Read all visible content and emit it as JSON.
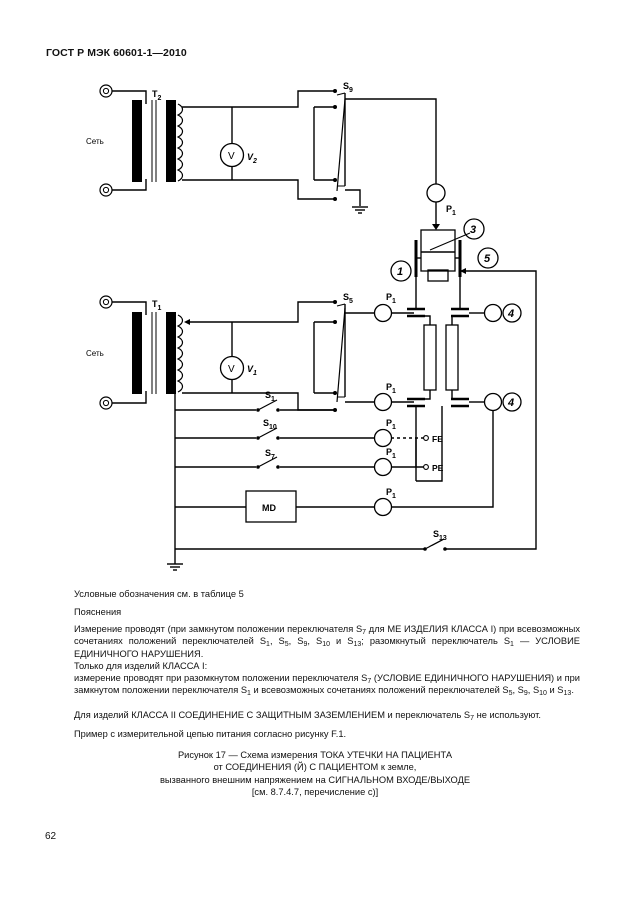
{
  "header": {
    "standard": "ГОСТ Р МЭК 60601-1—2010"
  },
  "diagram": {
    "mains_label": "Сеть",
    "T": "T",
    "V": "V",
    "S": "S",
    "P": "P",
    "md": "MD",
    "fe": "FE",
    "pe": "PE",
    "sub1": "1",
    "sub2": "2",
    "sub5": "5",
    "sub7": "7",
    "sub9": "9",
    "sub10": "10",
    "sub13": "13",
    "n1": "1",
    "n3": "3",
    "n4": "4",
    "n5": "5"
  },
  "text": {
    "legend": "Условные обозначения см. в таблице 5",
    "explain_title": "Пояснения",
    "p1": {
      "a": "Измерение проводят (при замкнутом положении переключателя S",
      "b": " для МЕ ИЗДЕЛИЯ КЛАССА I) при всевозможных сочетаниях положений переключателей S",
      "c": ", S",
      "d": ", S",
      "e": ", S",
      "f": " и S",
      "g": "; разомкнутый переключатель S",
      "h": " — УСЛОВИЕ ЕДИНИЧНОГО НАРУШЕНИЯ."
    },
    "p2": "Только для изделий КЛАССА I:",
    "p3": {
      "a": "измерение проводят при разомкнутом положении переключателя S",
      "b": " (УСЛОВИЕ ЕДИНИЧНОГО НАРУШЕ­НИЯ) и при замкнутом положении переключателя S",
      "c": " и всевозможных сочетаниях положений переключателей S",
      "d": ", S",
      "e": ", S",
      "f": " и S",
      "g": "."
    },
    "p4": {
      "a": "Для изделий КЛАССА II СОЕДИНЕНИЕ С ЗАЩИТНЫМ ЗАЗЕМЛЕНИЕМ и переключатель S",
      "b": " не используют."
    },
    "p5": "Пример с измерительной цепью питания согласно рисунку F.1."
  },
  "caption": {
    "l1": "Рисунок 17 — Схема измерения ТОКА УТЕЧКИ НА ПАЦИЕНТА",
    "l2": "от СОЕДИНЕНИЯ (Й) С ПАЦИЕНТОМ к земле,",
    "l3": "вызванного внешним напряжением на СИГНАЛЬНОМ ВХОДЕ/ВЫХОДЕ",
    "l4": "[см. 8.7.4.7, перечисление с)]"
  },
  "page_number": "62"
}
